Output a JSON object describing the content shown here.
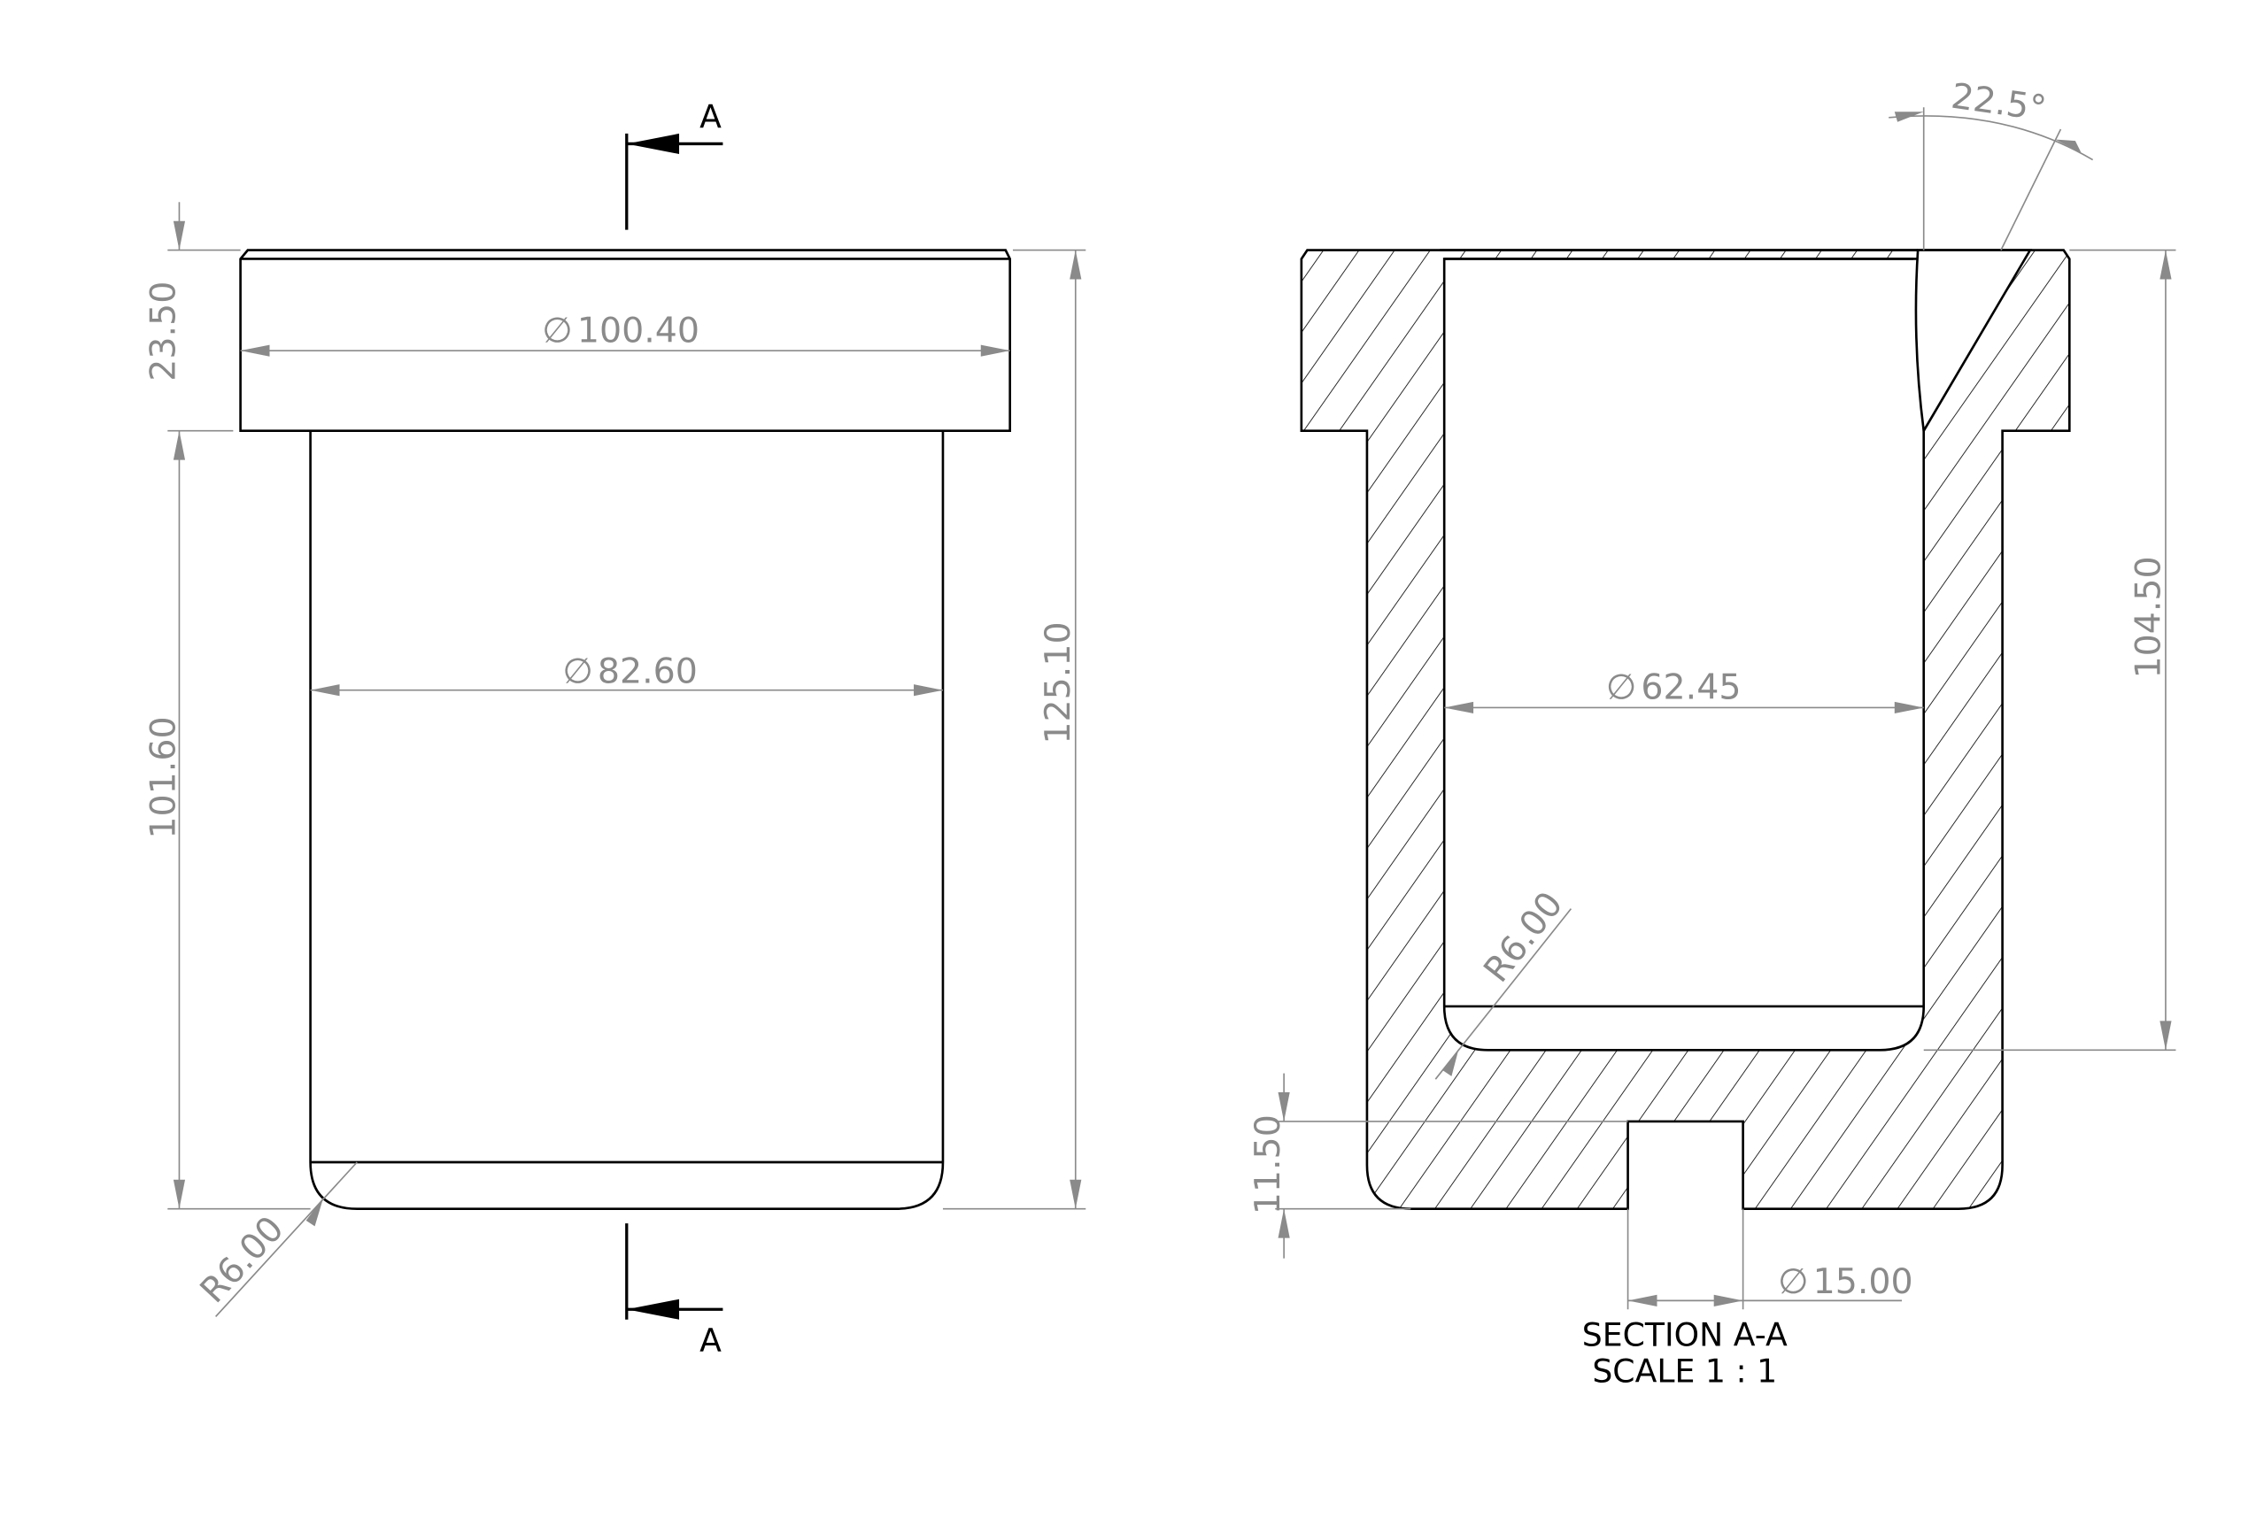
{
  "drawing": {
    "front_view": {
      "dimensions": {
        "flange_height": "23.50",
        "body_height": "101.60",
        "overall_height": "125.10",
        "flange_diameter": "100.40",
        "body_diameter": "82.60",
        "bottom_fillet": "R6.00"
      },
      "section_marker": {
        "top_label": "A",
        "bottom_label": "A"
      }
    },
    "section_view": {
      "dimensions": {
        "bore_diameter": "62.45",
        "bore_depth": "104.50",
        "chamfer_angle": "22.5°",
        "inner_fillet": "R6.00",
        "hole_depth": "11.50",
        "hole_diameter": "15.00"
      },
      "title": "SECTION A-A",
      "scale": "SCALE 1 : 1"
    },
    "diameter_symbol": "∅",
    "colors": {
      "object_line": "#000000",
      "dimension_line": "#8a8a8a",
      "background": "#ffffff"
    }
  }
}
